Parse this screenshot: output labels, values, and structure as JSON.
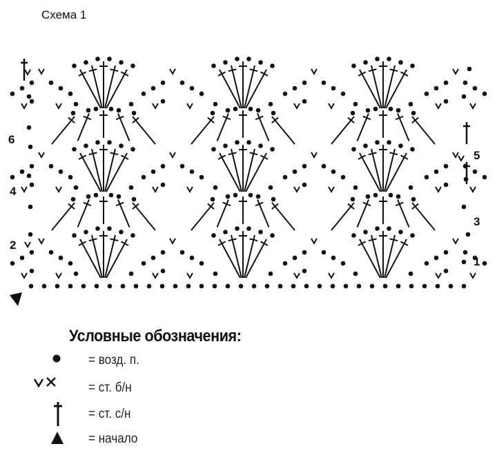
{
  "title": "Схема 1",
  "row_numbers": {
    "r1": "1",
    "r2": "2",
    "r3": "3",
    "r4": "4",
    "r5": "5",
    "r6": "6"
  },
  "legend": {
    "heading": "Условные обозначения:",
    "items": [
      {
        "icon": "chain-dot-icon",
        "text": "= возд. п."
      },
      {
        "icon": "single-crochet-icon",
        "text": "= ст. б/н"
      },
      {
        "icon": "double-crochet-icon",
        "text": "= ст. с/н"
      },
      {
        "icon": "start-triangle-icon",
        "text": "= начало"
      }
    ]
  },
  "colors": {
    "ink": "#111111",
    "background": "#ffffff"
  }
}
